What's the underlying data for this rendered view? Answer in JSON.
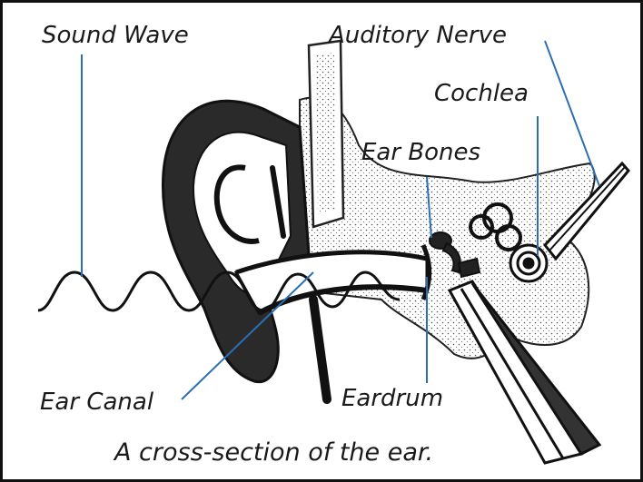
{
  "labels": {
    "sound_wave": "Sound Wave",
    "auditory_nerve": "Auditory Nerve",
    "cochlea": "Cochlea",
    "ear_bones": "Ear Bones",
    "ear_canal": "Ear Canal",
    "eardrum": "Eardrum"
  },
  "caption": "A cross-section of the ear.",
  "colors": {
    "leader_line": "#2a6fb3",
    "ink": "#1a1a1a",
    "stipple": "#d9d9d9"
  }
}
